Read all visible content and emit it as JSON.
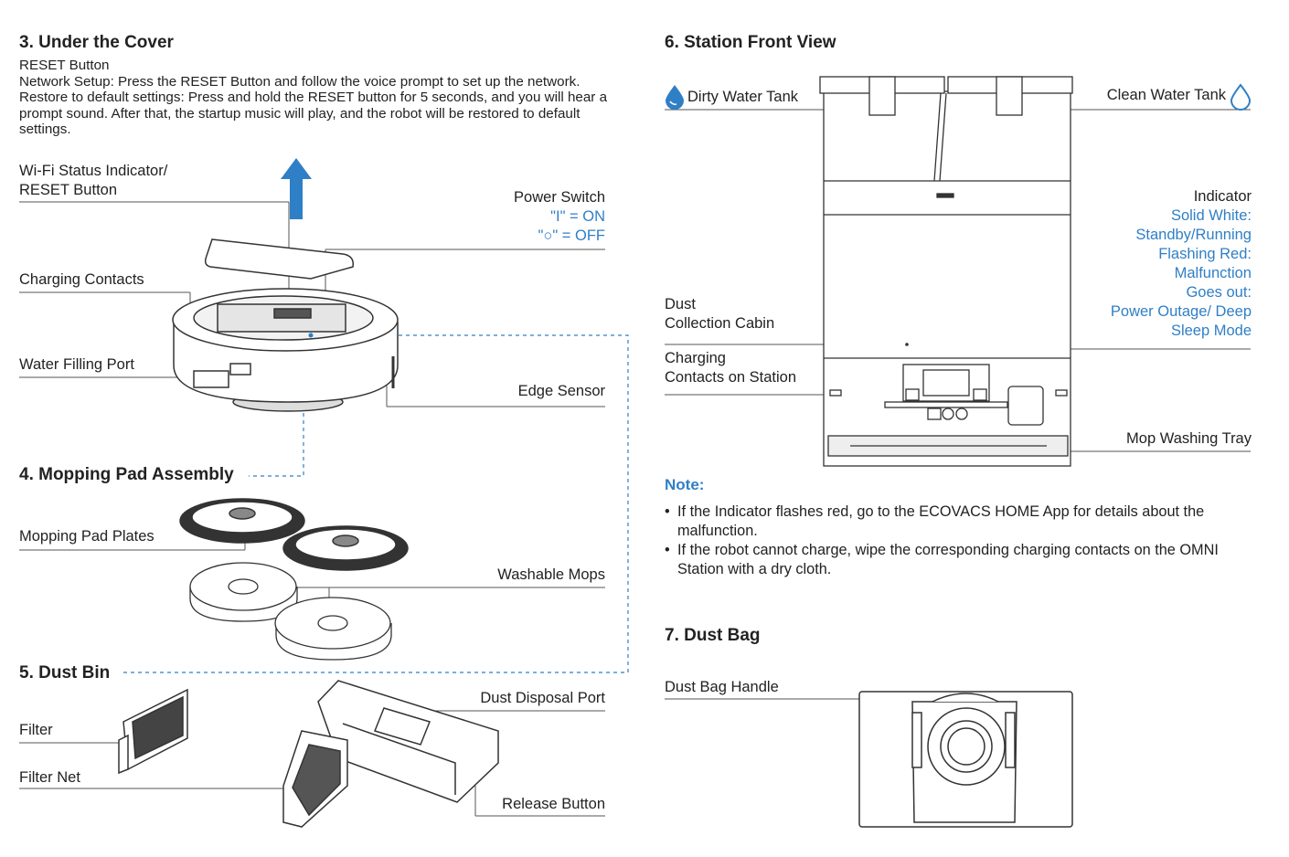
{
  "section3": {
    "heading": "3. Under the Cover",
    "reset_title": "RESET Button",
    "network_setup": "Network Setup: Press the RESET Button and follow the voice prompt to set up the network.",
    "restore_defaults": "Restore to default settings: Press and hold the RESET button for 5 seconds, and you will hear a prompt sound. After that, the startup music will play, and the robot will be restored to default settings.",
    "wifi_label_1": "Wi-Fi Status Indicator/",
    "wifi_label_2": "RESET Button",
    "power_switch": "Power Switch",
    "power_on": "\"I\" = ON",
    "power_off": "\"○\" = OFF",
    "charging_contacts": "Charging Contacts",
    "water_filling_port": "Water Filling Port",
    "edge_sensor": "Edge Sensor"
  },
  "section4": {
    "heading": "4. Mopping Pad Assembly",
    "mopping_pad_plates": "Mopping Pad Plates",
    "washable_mops": "Washable Mops"
  },
  "section5": {
    "heading": "5. Dust Bin",
    "filter": "Filter",
    "filter_net": "Filter Net",
    "dust_disposal_port": "Dust Disposal Port",
    "release_button": "Release Button"
  },
  "section6": {
    "heading": "6. Station Front View",
    "dirty_water_tank": "Dirty Water Tank",
    "clean_water_tank": "Clean Water Tank",
    "indicator": "Indicator",
    "indicator_states": [
      "Solid White:",
      "Standby/Running",
      "Flashing Red:",
      "Malfunction",
      "Goes out:",
      "Power Outage/ Deep",
      "Sleep Mode"
    ],
    "dust_cabin_1": "Dust",
    "dust_cabin_2": "Collection Cabin",
    "charging_station_1": "Charging",
    "charging_station_2": "Contacts on Station",
    "mop_washing_tray": "Mop Washing Tray"
  },
  "note": {
    "heading": "Note:",
    "bullets": [
      "If the Indicator flashes red, go to the ECOVACS HOME App for details about the malfunction.",
      "If the robot cannot charge, wipe the corresponding charging contacts on the OMNI Station with a dry cloth."
    ]
  },
  "section7": {
    "heading": "7. Dust Bag",
    "dust_bag_handle": "Dust Bag Handle"
  },
  "icons": {
    "arrow": "up-arrow-icon",
    "dirty_drop": "water-drop-filled-icon",
    "clean_drop": "water-drop-outline-icon"
  },
  "colors": {
    "accent": "#2f7fc6",
    "text": "#222222",
    "line": "#333333"
  }
}
